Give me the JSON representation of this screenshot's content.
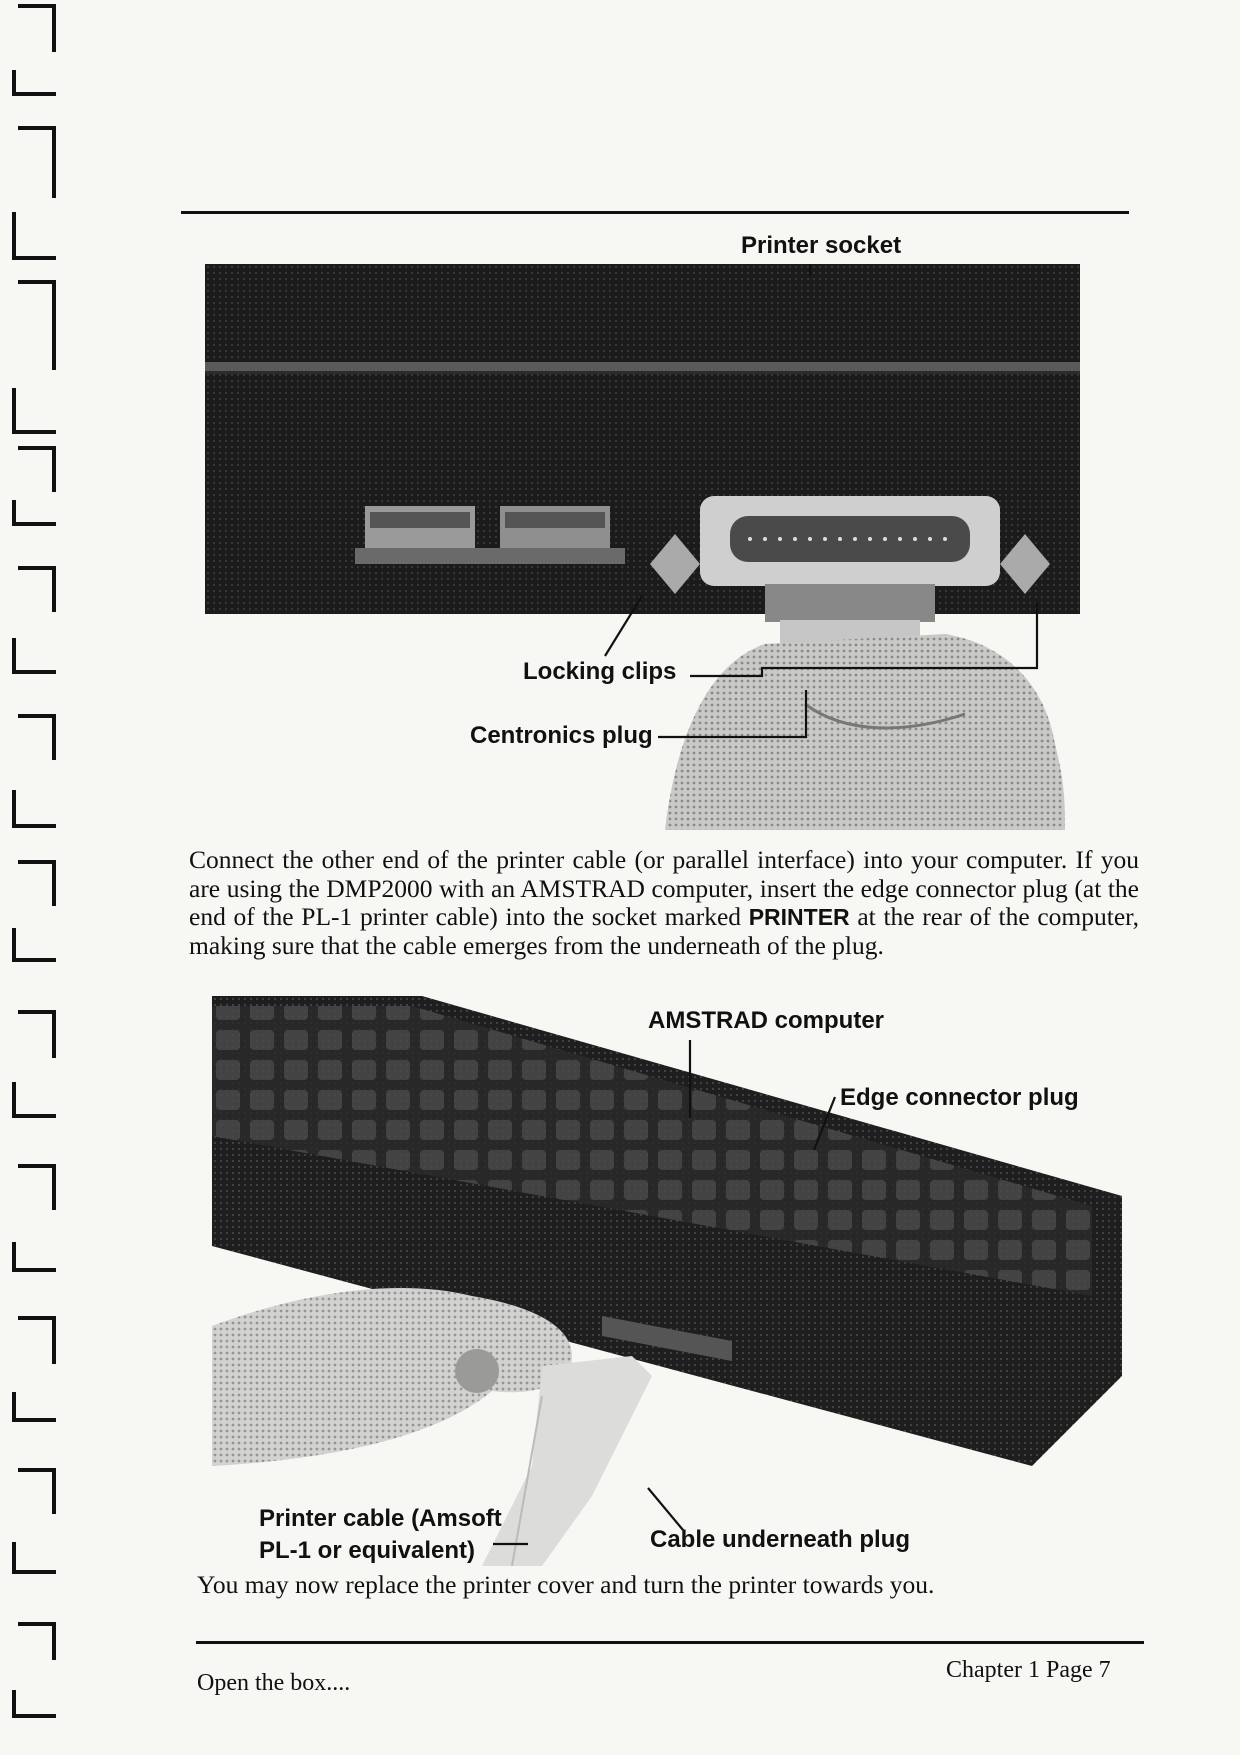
{
  "figure1": {
    "labels": {
      "printer_socket": "Printer socket",
      "locking_clips": "Locking clips",
      "centronics_plug": "Centronics plug"
    }
  },
  "paragraph1": {
    "text_before": "Connect the other end of the printer cable (or parallel interface) into your computer. If you are using the DMP2000 with an AMSTRAD computer, insert the edge connector plug (at the end of the PL-1 printer cable) into the socket marked ",
    "bold_word": "PRINTER",
    "text_after": " at the rear of the computer, making sure that the cable emerges from the underneath of the plug."
  },
  "figure2": {
    "labels": {
      "amstrad_computer": "AMSTRAD computer",
      "edge_connector_plug": "Edge connector plug",
      "printer_cable_line1": "Printer cable (Amsoft",
      "printer_cable_line2": "PL-1 or equivalent)",
      "cable_underneath_plug": "Cable underneath plug"
    }
  },
  "paragraph2": {
    "text": "You may now replace the printer cover and turn the printer towards you."
  },
  "footer": {
    "left": "Open the box....",
    "right": "Chapter 1 Page 7"
  }
}
